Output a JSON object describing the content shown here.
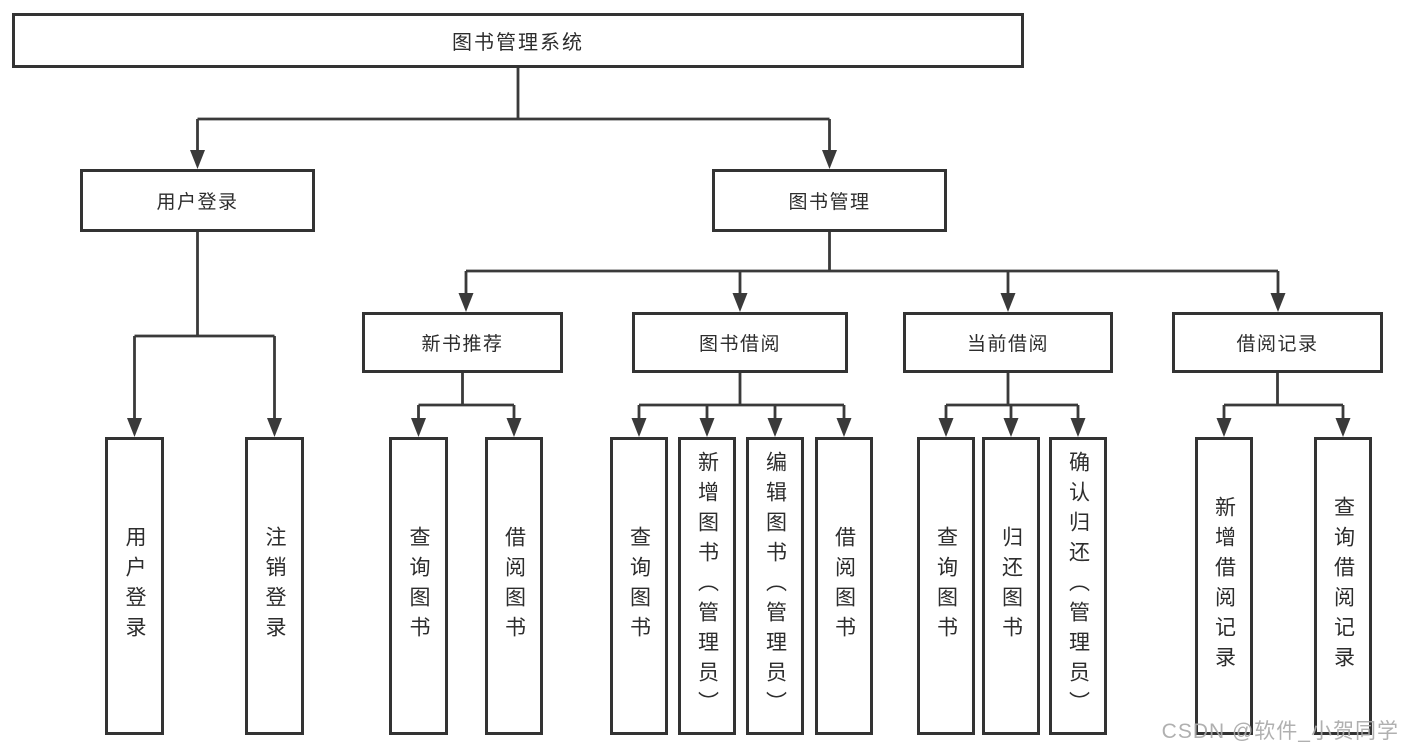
{
  "title": "图书管理系统",
  "watermark": "CSDN @软件_小贺同学",
  "colors": {
    "line": "#3a3a3a",
    "border": "#333333",
    "text": "#2d2d2d",
    "background": "#ffffff",
    "watermark": "#a9a9a9"
  },
  "nodes": {
    "root": {
      "label": "图书管理系统"
    },
    "userLogin": {
      "label": "用户登录"
    },
    "bookMgmt": {
      "label": "图书管理"
    },
    "newBookRec": {
      "label": "新书推荐"
    },
    "bookBorrow": {
      "label": "图书借阅"
    },
    "currentBorrow": {
      "label": "当前借阅"
    },
    "borrowRecords": {
      "label": "借阅记录"
    },
    "leafUserLogin": {
      "label": "用户登录"
    },
    "leafLogout": {
      "label": "注销登录"
    },
    "leafQueryBooksRec": {
      "label": "查询图书"
    },
    "leafBorrowBooksRec": {
      "label": "借阅图书"
    },
    "leafQueryBooksBorrow": {
      "label": "查询图书"
    },
    "leafAddBook": {
      "label": "新增图书（管理员）"
    },
    "leafEditBook": {
      "label": "编辑图书（管理员）"
    },
    "leafBorrowBooksBorrow": {
      "label": "借阅图书"
    },
    "leafQueryBooksCurrent": {
      "label": "查询图书"
    },
    "leafReturnBook": {
      "label": "归还图书"
    },
    "leafConfirmReturn": {
      "label": "确认归还（管理员）"
    },
    "leafAddBorrowRecord": {
      "label": "新增借阅记录"
    },
    "leafQueryBorrowRecord": {
      "label": "查询借阅记录"
    }
  },
  "hierarchy": {
    "图书管理系统": {
      "用户登录": [
        "用户登录",
        "注销登录"
      ],
      "图书管理": {
        "新书推荐": [
          "查询图书",
          "借阅图书"
        ],
        "图书借阅": [
          "查询图书",
          "新增图书（管理员）",
          "编辑图书（管理员）",
          "借阅图书"
        ],
        "当前借阅": [
          "查询图书",
          "归还图书",
          "确认归还（管理员）"
        ],
        "借阅记录": [
          "新增借阅记录",
          "查询借阅记录"
        ]
      }
    }
  }
}
